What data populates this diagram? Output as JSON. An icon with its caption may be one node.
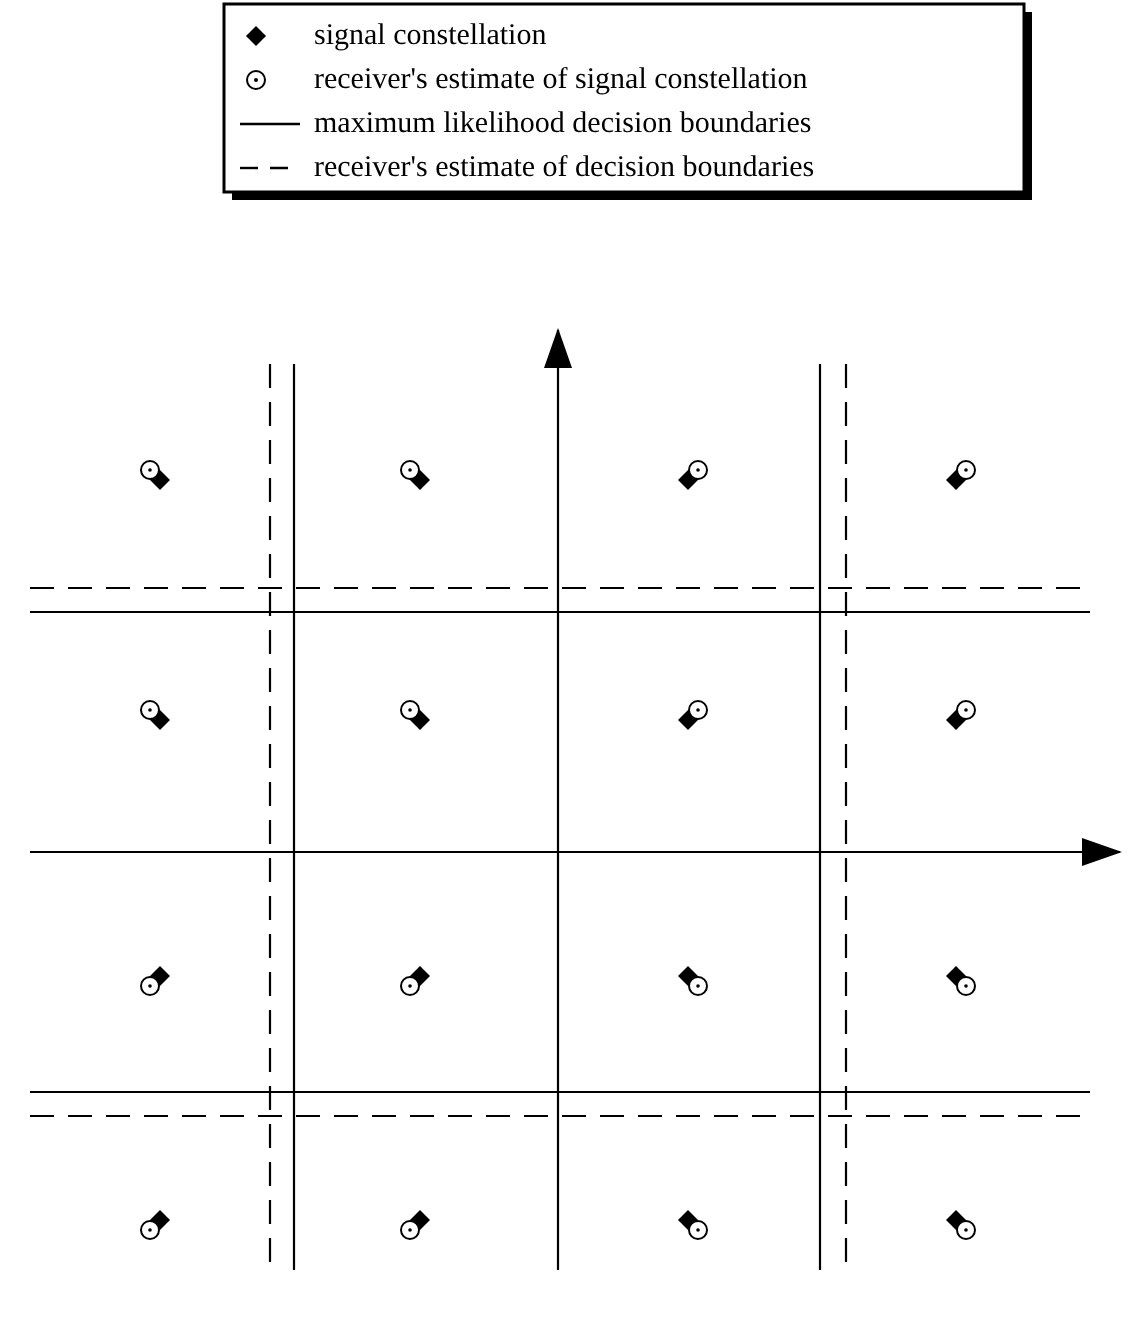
{
  "diagram": {
    "legend": [
      {
        "text": "signal constellation"
      },
      {
        "text": "receiver's estimate of signal constellation"
      },
      {
        "text": "maximum likelihood decision boundaries"
      },
      {
        "text": "receiver's estimate of decision boundaries"
      }
    ]
  }
}
